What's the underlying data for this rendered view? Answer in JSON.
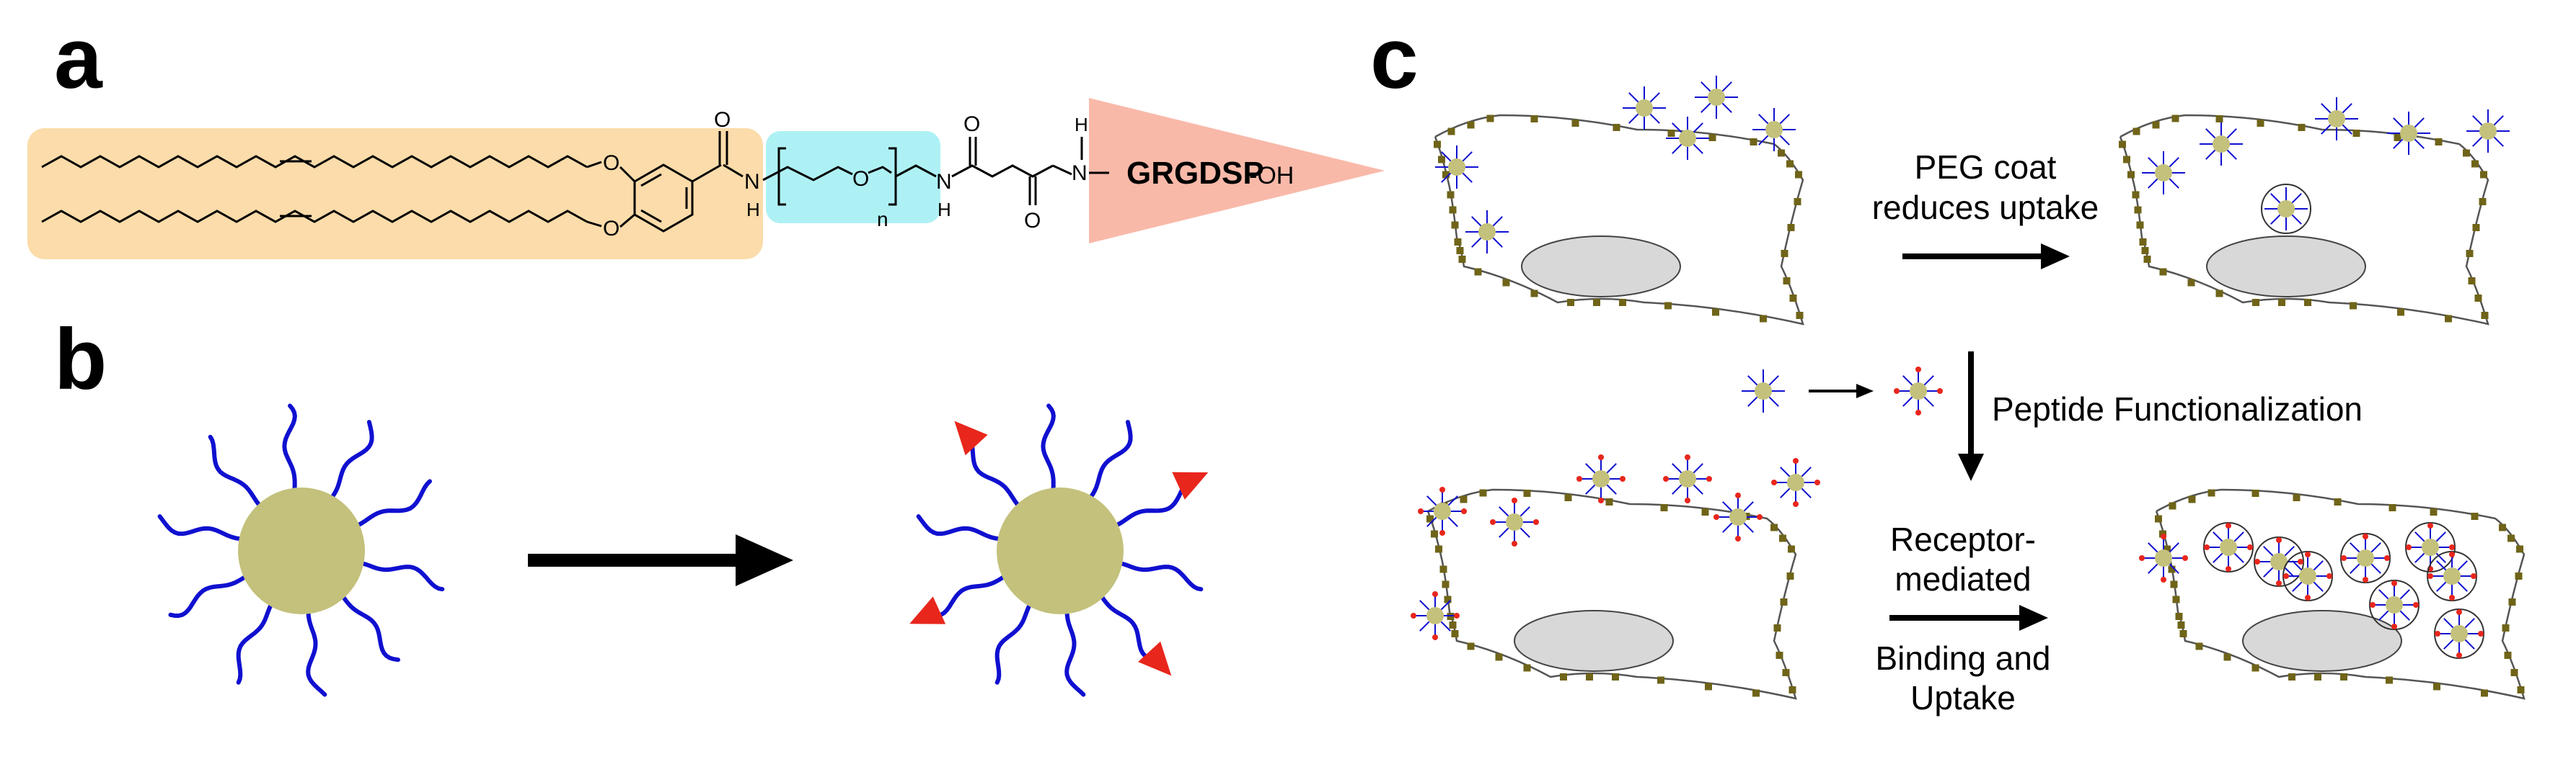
{
  "panels": {
    "a": {
      "letter": "a",
      "atom_o": "O",
      "atom_n": "N",
      "atom_h": "H",
      "peg_repeat": "n",
      "peptide": "GRGDSP",
      "terminal": "-OH"
    },
    "b": {
      "letter": "b"
    },
    "c": {
      "letter": "c",
      "peg_coat_line1": "PEG coat",
      "peg_coat_line2": "reduces uptake",
      "peptide_functionalization": "Peptide Functionalization",
      "receptor_line1": "Receptor-",
      "receptor_line2": "mediated",
      "binding_line1": "Binding and",
      "binding_line2": "Uptake"
    }
  },
  "colors": {
    "lipid_block": "#fbdcaa",
    "peg_block": "#aef1f5",
    "peptide_triangle": "#f9b9a9",
    "nanoparticle_core": "#c3c17b",
    "peg_chain": "#1010d0",
    "peptide_marker": "#e8261c",
    "nucleus": "#d8d8d8",
    "receptor": "#6f6418"
  }
}
